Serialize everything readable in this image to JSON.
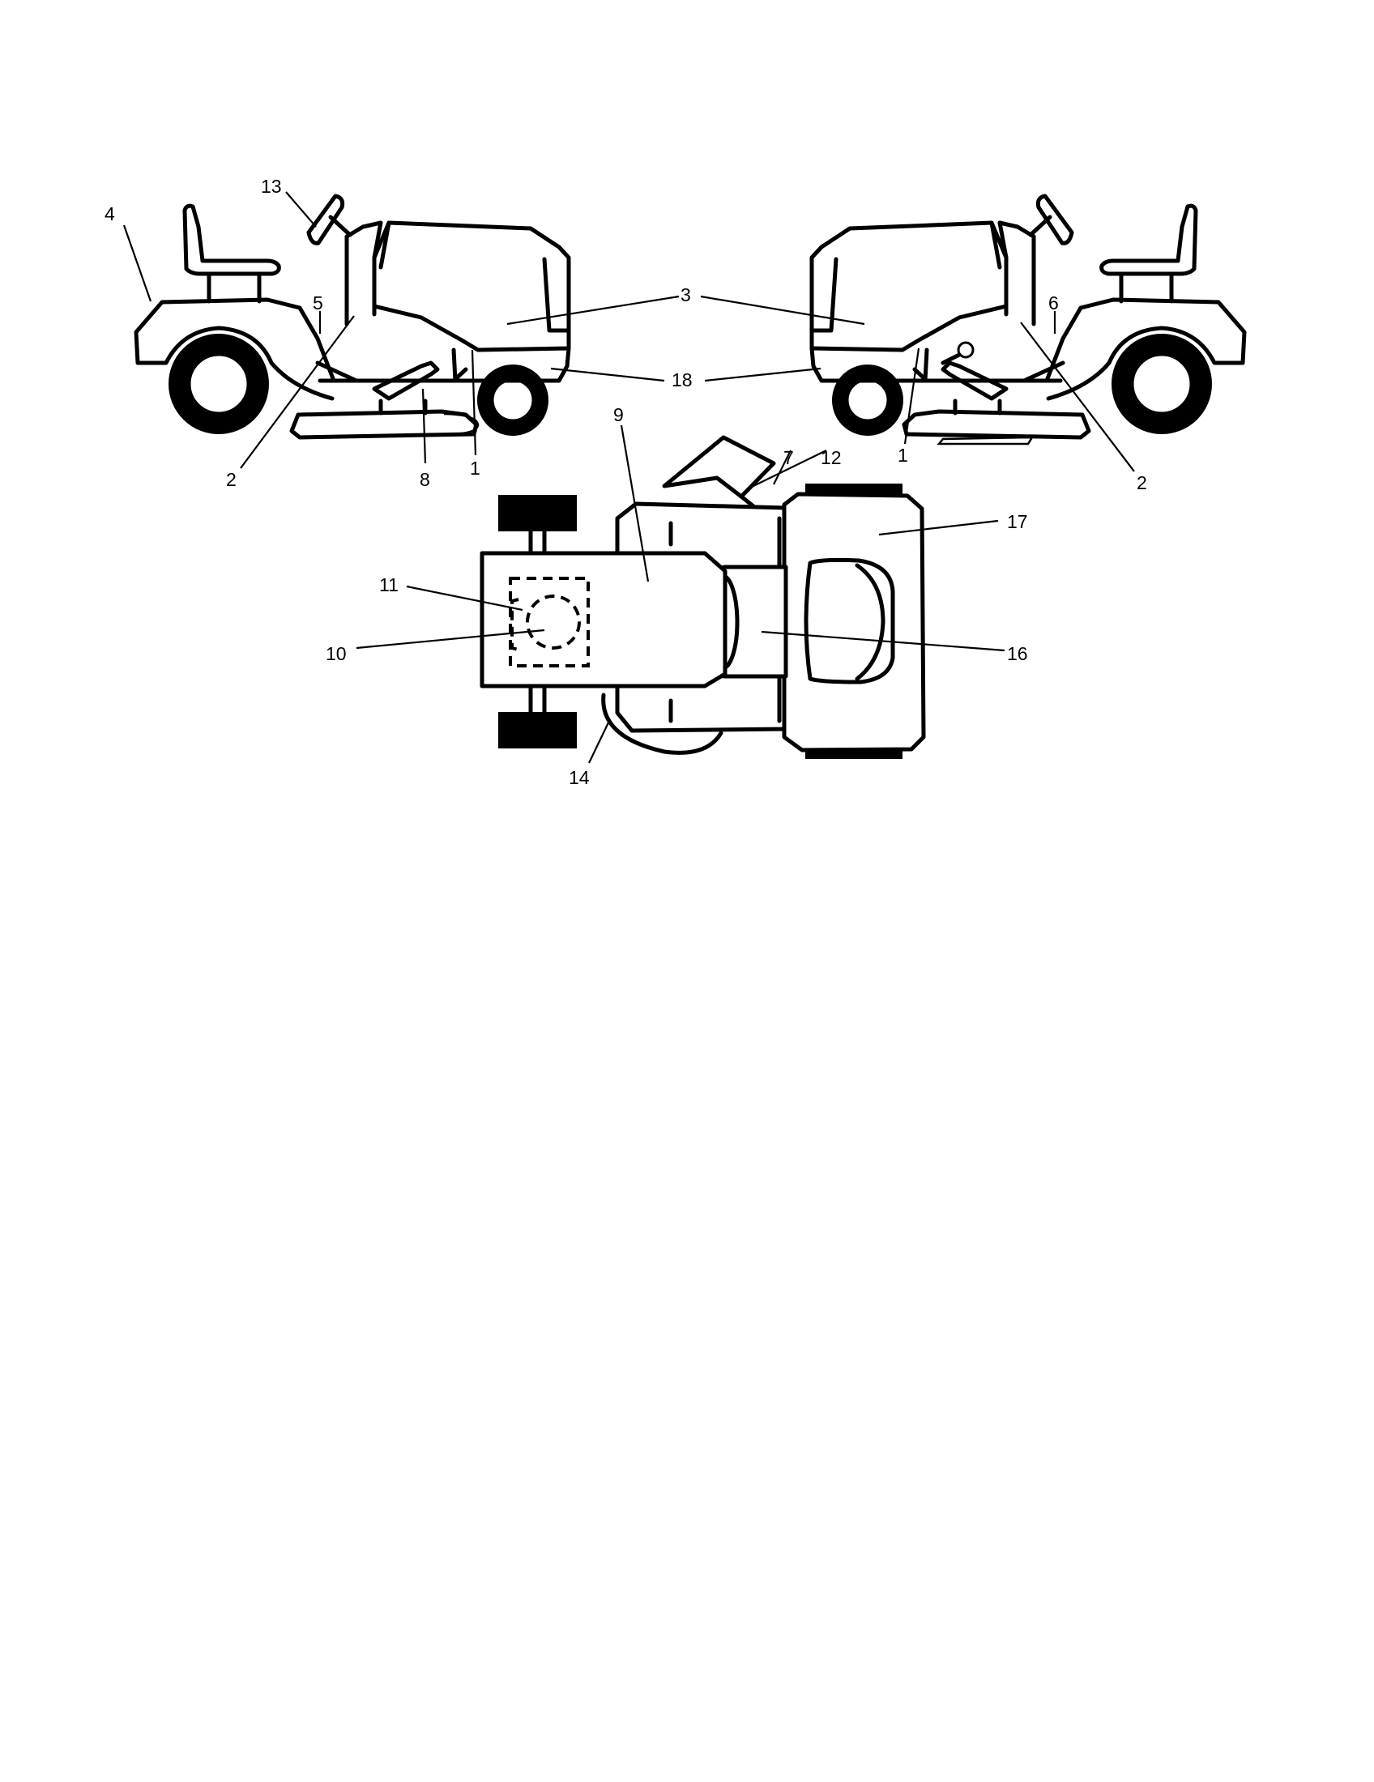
{
  "callouts": {
    "c1a": "1",
    "c1b": "1",
    "c2a": "2",
    "c2b": "2",
    "c3": "3",
    "c4": "4",
    "c5": "5",
    "c6": "6",
    "c7": "7",
    "c8": "8",
    "c9": "9",
    "c10": "10",
    "c11": "11",
    "c12": "12",
    "c13": "13",
    "c14": "14",
    "c16": "16",
    "c17": "17",
    "c18": "18"
  }
}
